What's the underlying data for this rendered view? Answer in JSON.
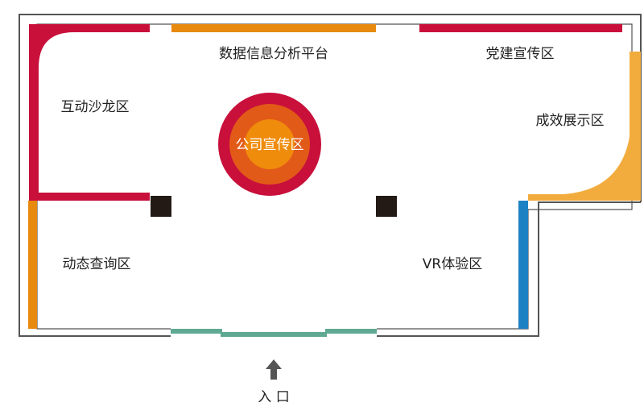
{
  "zones": {
    "data_platform": "数据信息分析平台",
    "party_building": "党建宣传区",
    "salon": "互动沙龙区",
    "achievements": "成效展示区",
    "company_promo": "公司宣传区",
    "dynamic_query": "动态查询区",
    "vr": "VR体验区"
  },
  "entrance": {
    "label": "入 口"
  },
  "colors": {
    "crimson": "#c8103b",
    "orange": "#e98a10",
    "light_orange": "#f2ac3e",
    "blue": "#1d82c4",
    "teal": "#5fa993",
    "wall": "#555555",
    "pillar": "#231a16",
    "ring_inner": "#e25a18",
    "core": "#f08c0b"
  }
}
